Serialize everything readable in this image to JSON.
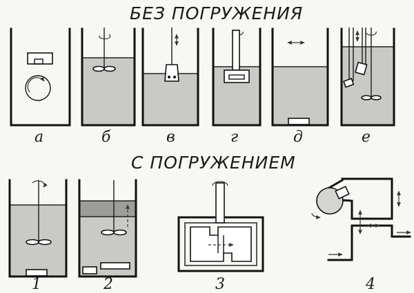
{
  "headings": {
    "without_immersion": "БЕЗ ПОГРУЖЕНИЯ",
    "with_immersion": "С ПОГРУЖЕНИЕМ"
  },
  "labels": {
    "a": "а",
    "b": "б",
    "v": "в",
    "g": "г",
    "d": "д",
    "e": "е",
    "n1": "1",
    "n2": "2",
    "n3": "3",
    "n4": "4"
  },
  "colors": {
    "liquid": "#c9c9c6",
    "liquid_dark": "#9d9d99",
    "ink": "#111111",
    "paper": "#f7f7f4"
  }
}
